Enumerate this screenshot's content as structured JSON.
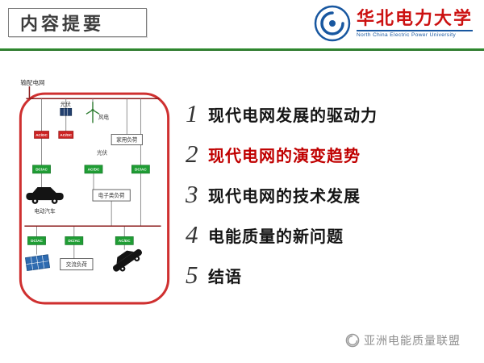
{
  "slide": {
    "title": "内容提要"
  },
  "logo": {
    "name_cn": "华北电力大学",
    "name_en": "North China Electric Power University"
  },
  "toc": {
    "items": [
      {
        "num": "1",
        "label": "现代电网发展的驱动力",
        "highlight": false
      },
      {
        "num": "2",
        "label": "现代电网的演变趋势",
        "highlight": true
      },
      {
        "num": "3",
        "label": "现代电网的技术发展",
        "highlight": false
      },
      {
        "num": "4",
        "label": "电能质量的新问题",
        "highlight": false
      },
      {
        "num": "5",
        "label": "结语",
        "highlight": false
      }
    ]
  },
  "diagram": {
    "grid_label": "输配电网",
    "wind_label": "风电",
    "pv_label_top": "光伏",
    "pv_label_mid": "光伏",
    "home_load_label": "家用负荷",
    "ev_label": "电动汽车",
    "electronic_load_label": "电子类负荷",
    "ac_load_label": "交流负荷",
    "converters": {
      "acdc": "AC/DC",
      "dcac": "DC/AC"
    }
  },
  "footer": {
    "alliance": "亚洲电能质量联盟"
  },
  "colors": {
    "highlight_red": "#c00000",
    "diagram_border": "#cf3030",
    "converter_green": "#1f9d34",
    "converter_red": "#cc2222",
    "bus_red": "#8b1a1a",
    "logo_blue": "#1857a0",
    "logo_red": "#cc1111",
    "rule_green": "#2e8b2e"
  }
}
